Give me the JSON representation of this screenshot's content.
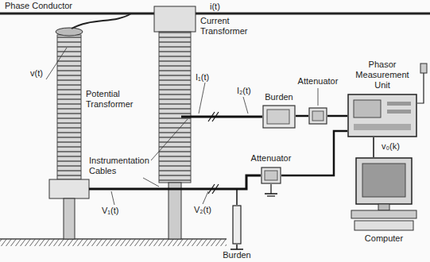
{
  "diagram": {
    "nodes": [
      {
        "text": [
          "Burden"
        ]
      },
      {
        "text": [
          "Attenuator"
        ]
      },
      {
        "text": [
          "Phasor Measurement Unit"
        ]
      },
      {
        "text": [
          "Attenuator"
        ]
      },
      {
        "text": [
          "Computer"
        ]
      },
      {
        "text": [
          "Burden"
        ]
      }
    ],
    "edges": [
      {
        "from": 0,
        "to": 1,
        "arrow": "none"
      },
      {
        "from": 1,
        "to": 2,
        "arrow": "none"
      },
      {
        "from": 3,
        "to": 2,
        "arrow": "none"
      },
      {
        "from": 2,
        "to": 4,
        "arrow": "none"
      }
    ],
    "labels": [
      "Phase Conductor",
      "i(t)",
      "v(t)",
      "Current Transformer",
      "Potential Transformer",
      "I₁(t)",
      "I₂(t)",
      "Instrumentation Cables",
      "V₁(t)",
      "V₂(t)",
      "v₀(k)"
    ]
  }
}
